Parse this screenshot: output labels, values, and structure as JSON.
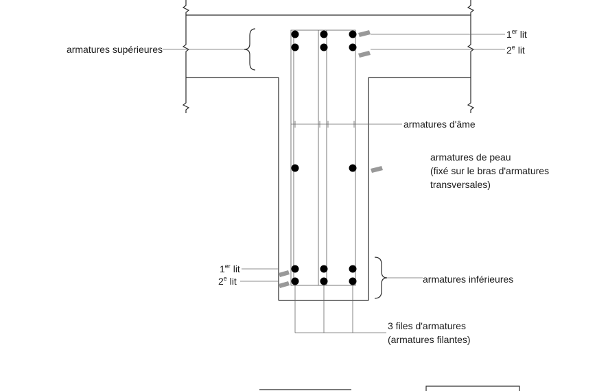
{
  "labels": {
    "top_bars": "armatures supérieures",
    "top_layer1": "1",
    "top_layer1_sup": "er",
    "top_layer1_word": " lit",
    "top_layer2": "2",
    "top_layer2_sup": "e",
    "top_layer2_word": " lit",
    "web_bars": "armatures d'âme",
    "skin_bars_1": "armatures de peau",
    "skin_bars_2": "(fixé sur le bras d'armatures",
    "skin_bars_3": "transversales)",
    "bottom_layer1": "1",
    "bottom_layer1_sup": "er",
    "bottom_layer1_word": " lit",
    "bottom_layer2": "2",
    "bottom_layer2_sup": "e",
    "bottom_layer2_word": " lit",
    "bottom_bars": "armatures inférieures",
    "files_1": "3 files d'armatures",
    "files_2": "(armatures filantes)"
  },
  "colors": {
    "lines": "#2a2a2a",
    "bars": "#000000",
    "tick_marks": "#999999"
  }
}
